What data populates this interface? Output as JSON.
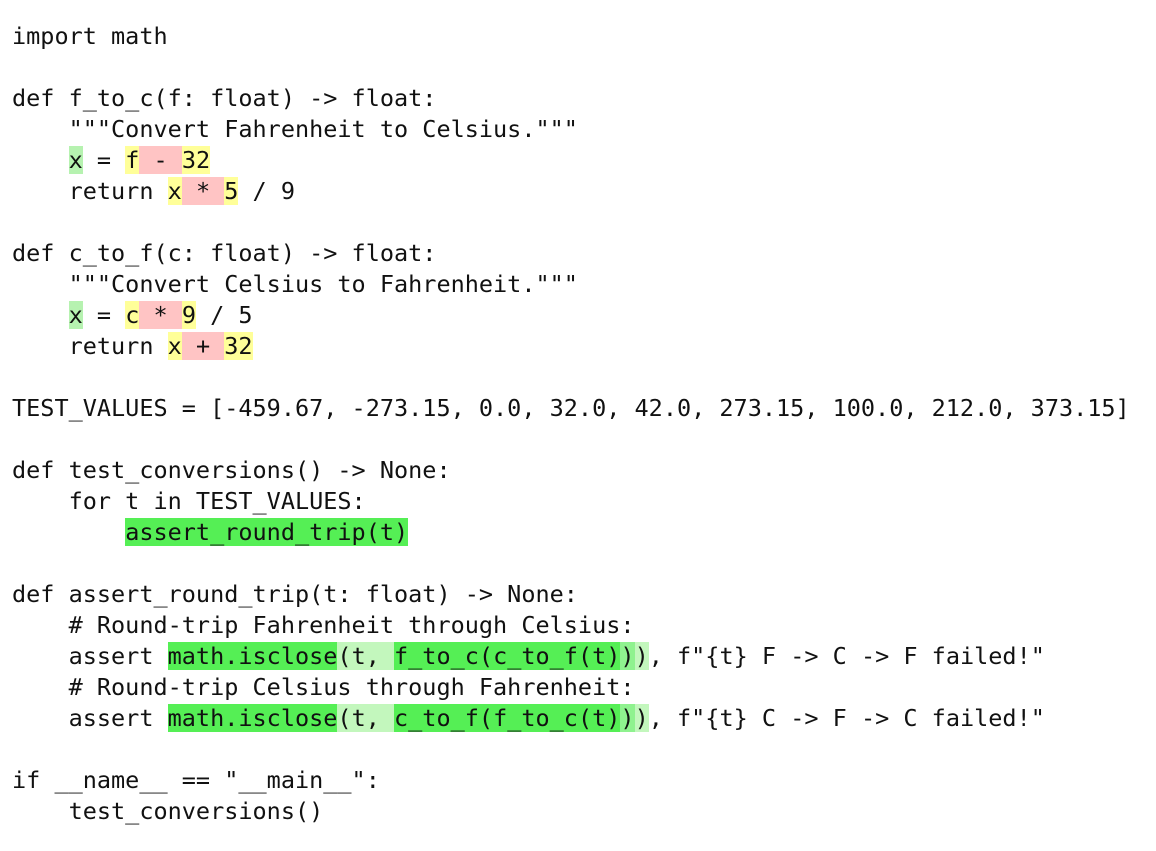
{
  "code_lines": [
    {
      "segments": [
        {
          "text": "import math"
        }
      ]
    },
    {
      "segments": []
    },
    {
      "segments": [
        {
          "text": "def f_to_c(f: float) -> float:"
        }
      ]
    },
    {
      "segments": [
        {
          "text": "    \"\"\"Convert Fahrenheit to Celsius.\"\"\""
        }
      ]
    },
    {
      "segments": [
        {
          "text": "    "
        },
        {
          "text": "x",
          "hl": "green-light"
        },
        {
          "text": " = "
        },
        {
          "text": "f",
          "hl": "yellow"
        },
        {
          "text": " - ",
          "hl": "red"
        },
        {
          "text": "32",
          "hl": "yellow"
        }
      ]
    },
    {
      "segments": [
        {
          "text": "    return "
        },
        {
          "text": "x",
          "hl": "yellow"
        },
        {
          "text": " * ",
          "hl": "red"
        },
        {
          "text": "5",
          "hl": "yellow"
        },
        {
          "text": " / 9"
        }
      ]
    },
    {
      "segments": []
    },
    {
      "segments": [
        {
          "text": "def c_to_f(c: float) -> float:"
        }
      ]
    },
    {
      "segments": [
        {
          "text": "    \"\"\"Convert Celsius to Fahrenheit.\"\"\""
        }
      ]
    },
    {
      "segments": [
        {
          "text": "    "
        },
        {
          "text": "x",
          "hl": "green-light"
        },
        {
          "text": " = "
        },
        {
          "text": "c",
          "hl": "yellow"
        },
        {
          "text": " * ",
          "hl": "red"
        },
        {
          "text": "9",
          "hl": "yellow"
        },
        {
          "text": " / 5"
        }
      ]
    },
    {
      "segments": [
        {
          "text": "    return "
        },
        {
          "text": "x",
          "hl": "yellow"
        },
        {
          "text": " + ",
          "hl": "red"
        },
        {
          "text": "32",
          "hl": "yellow"
        }
      ]
    },
    {
      "segments": []
    },
    {
      "segments": [
        {
          "text": "TEST_VALUES = [-459.67, -273.15, 0.0, 32.0, 42.0, 273.15, 100.0, 212.0, 373.15]"
        }
      ]
    },
    {
      "segments": []
    },
    {
      "segments": [
        {
          "text": "def test_conversions() -> None:"
        }
      ]
    },
    {
      "segments": [
        {
          "text": "    for t in TEST_VALUES:"
        }
      ]
    },
    {
      "segments": [
        {
          "text": "        "
        },
        {
          "text": "assert_round_trip(t)",
          "hl": "green-bright"
        }
      ]
    },
    {
      "segments": []
    },
    {
      "segments": [
        {
          "text": "def assert_round_trip(t: float) -> None:"
        }
      ]
    },
    {
      "segments": [
        {
          "text": "    # Round-trip Fahrenheit through Celsius:"
        }
      ]
    },
    {
      "segments": [
        {
          "text": "    assert "
        },
        {
          "text": "math.isclose",
          "hl": "green-bright"
        },
        {
          "text": "(t, ",
          "hl": "green-pale"
        },
        {
          "text": "f_to_c(",
          "hl": "green-bright"
        },
        {
          "text": "c_to_f(t)",
          "hl": "green-bright"
        },
        {
          "text": ")",
          "hl": "green-mid"
        },
        {
          "text": ")",
          "hl": "green-pale"
        },
        {
          "text": ", f\"{t} F -> C -> F failed!\""
        }
      ]
    },
    {
      "segments": [
        {
          "text": "    # Round-trip Celsius through Fahrenheit:"
        }
      ]
    },
    {
      "segments": [
        {
          "text": "    assert "
        },
        {
          "text": "math.isclose",
          "hl": "green-bright"
        },
        {
          "text": "(t, ",
          "hl": "green-pale"
        },
        {
          "text": "c_to_f(",
          "hl": "green-bright"
        },
        {
          "text": "f_to_c(t)",
          "hl": "green-bright"
        },
        {
          "text": ")",
          "hl": "green-mid"
        },
        {
          "text": ")",
          "hl": "green-pale"
        },
        {
          "text": ", f\"{t} C -> F -> C failed!\""
        }
      ]
    },
    {
      "segments": []
    },
    {
      "segments": [
        {
          "text": "if __name__ == \"__main__\":"
        }
      ]
    },
    {
      "segments": [
        {
          "text": "    test_conversions()"
        }
      ]
    }
  ],
  "highlight_colors": {
    "green-light": "#b6f2b0",
    "yellow": "#ffff99",
    "red": "#ffc4c4",
    "green-bright": "#55ef55",
    "green-mid": "#8ff28f",
    "green-pale": "#c3f7bd"
  }
}
